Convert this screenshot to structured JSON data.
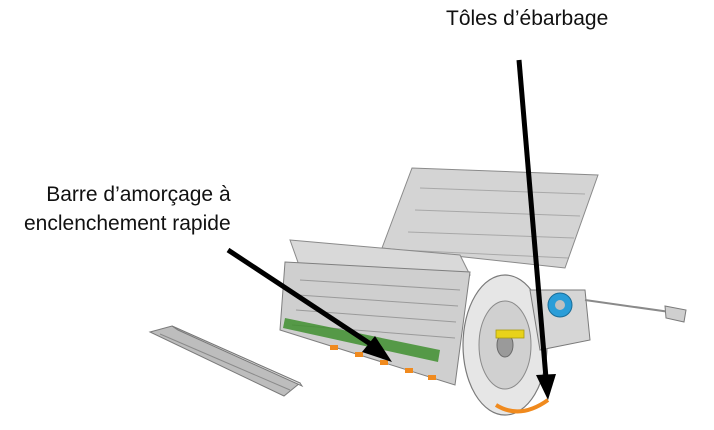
{
  "labels": {
    "toles_ebarbage": "Tôles d’ébarbage",
    "barre_line1": "Barre d’amorçage à",
    "barre_line2": "enclenchement rapide"
  },
  "colors": {
    "arrow": "#000000",
    "machine_gray": "#c8c8c8",
    "machine_dark": "#8a8a8a",
    "accent_green": "#3f8f2f",
    "accent_orange": "#f08a1e",
    "accent_blue": "#2a9dd8",
    "accent_yellow": "#e8d21a"
  }
}
